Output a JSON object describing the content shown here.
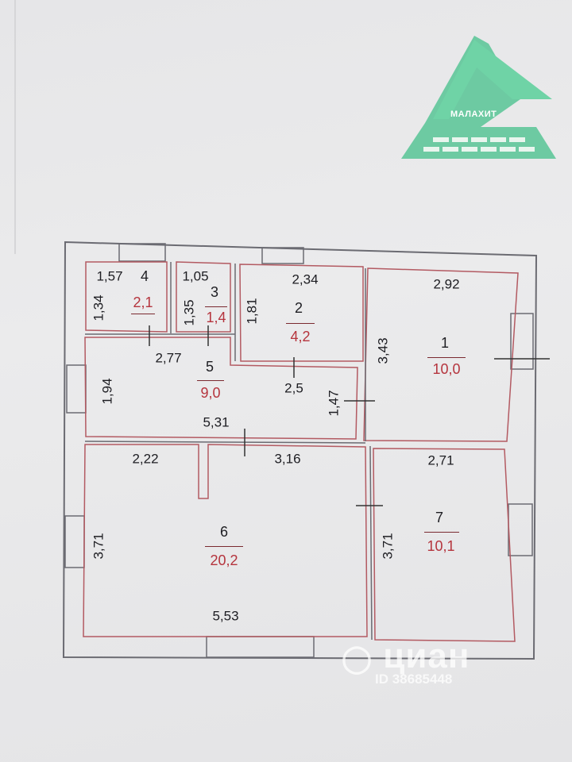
{
  "logo": {
    "text": "МАЛАХИТ",
    "accent": "#5fc79a"
  },
  "watermark": {
    "brand": "циан",
    "id": "ID 38685448"
  },
  "colors": {
    "wall": "#6b6b72",
    "room_outline": "#b35a62",
    "area_text": "#b5343d"
  },
  "rooms": [
    {
      "number": "1",
      "area": "10,0"
    },
    {
      "number": "2",
      "area": "4,2"
    },
    {
      "number": "3",
      "area": "1,4"
    },
    {
      "number": "4",
      "area": "2,1"
    },
    {
      "number": "5",
      "area": "9,0"
    },
    {
      "number": "6",
      "area": "20,2"
    },
    {
      "number": "7",
      "area": "10,1"
    }
  ],
  "dimensions": {
    "r4_width": "1,57",
    "r4_height": "1,34",
    "r3_width": "1,05",
    "r3_height": "1,35",
    "r2_width": "2,34",
    "r2_height": "1,81",
    "r1_width": "2,92",
    "r1_height": "3,43",
    "r5_top": "2,77",
    "r5_height": "1,94",
    "r5_width": "5,31",
    "r5_door": "2,5",
    "r5_right": "1,47",
    "r6_top_left": "2,22",
    "r6_top_right": "3,16",
    "r6_height": "3,71",
    "r6_width": "5,53",
    "r7_width": "2,71",
    "r7_height": "3,71"
  }
}
